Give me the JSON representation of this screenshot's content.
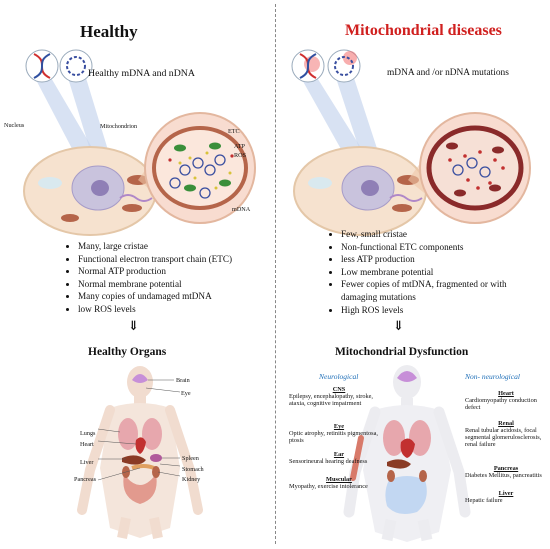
{
  "left": {
    "title": "Healthy",
    "dna_caption": "Healthy mDNA and nDNA",
    "labels": {
      "nucleus": "Nucleus",
      "mitochondrion": "Mitochondrion",
      "etc": "ETC",
      "atp": "ATP",
      "ros": "ROS",
      "mdna": "mDNA"
    },
    "features": [
      "Many, large cristae",
      "Functional electron transport chain (ETC)",
      "Normal ATP production",
      "Normal membrane potential",
      "Many copies of undamaged mtDNA",
      "low ROS levels"
    ],
    "organs_title": "Healthy Organs",
    "organs": {
      "brain": "Brain",
      "eye": "Eye",
      "lungs": "Lungs",
      "heart": "Heart",
      "liver": "Liver",
      "pancreas": "Pancreas",
      "spleen": "Spleen",
      "stomach": "Stomach",
      "kidney": "Kidney"
    }
  },
  "right": {
    "title": "Mitochondrial diseases",
    "dna_caption": "mDNA and /or  nDNA mutations",
    "features": [
      "Few, small cristae",
      "Non-functional ETC components",
      "less ATP production",
      "Low membrane potential",
      "Fewer copies of mtDNA, fragmented or with damaging mutations",
      "High  ROS levels"
    ],
    "dysfunction_title": "Mitochondrial Dysfunction",
    "neurological": {
      "heading": "Neurological",
      "groups": [
        {
          "name": "CNS",
          "text": "Epilepsy, encephalopathy, stroke, ataxia, cognitive impairment"
        },
        {
          "name": "Eye",
          "text": "Optic atrophy, retinitis pigmentosa, ptosis"
        },
        {
          "name": "Ear",
          "text": "Sensorineural hearing deafness"
        },
        {
          "name": "Muscular",
          "text": "Myopathy, exercise intolerance"
        }
      ]
    },
    "non_neurological": {
      "heading": "Non- neurological",
      "groups": [
        {
          "name": "Heart",
          "text": "Cardiomyopathy conduction defect"
        },
        {
          "name": "Renal",
          "text": "Renal tubular acidosis, focal segmental glomerulosclerosis, renal failure"
        },
        {
          "name": "Pancreas",
          "text": "Diabetes Mellitus, pancreatitis"
        },
        {
          "name": "Liver",
          "text": "Hepatic failure"
        }
      ]
    }
  },
  "arrow": "⇓",
  "colors": {
    "red_title": "#d0201f",
    "blue_heading": "#1f6fb8",
    "cell": "#f6e2cf",
    "mito": "#b5654a",
    "brain": "#c78fd8",
    "lungs": "#e7a7ad"
  }
}
